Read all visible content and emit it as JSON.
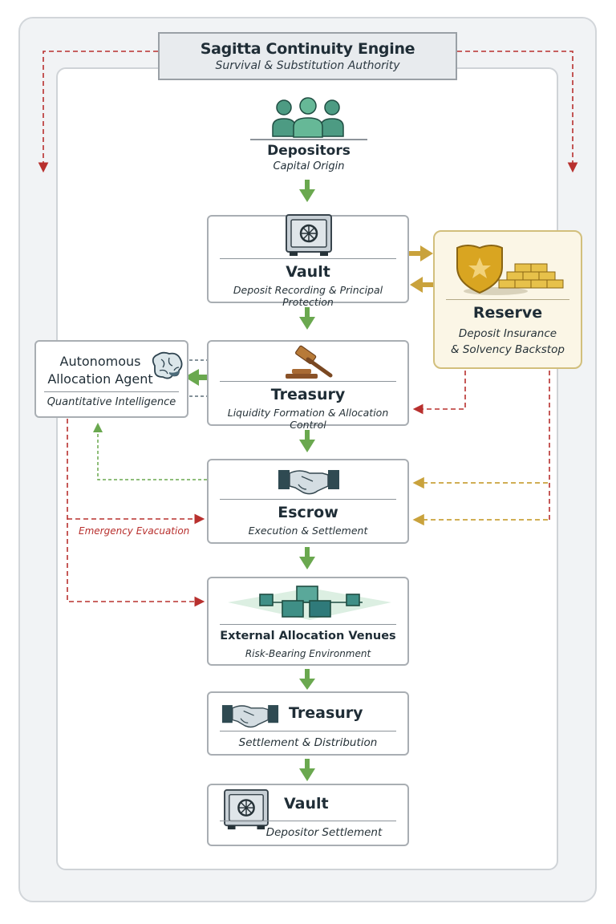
{
  "header": {
    "title": "Sagitta Continuity Engine",
    "subtitle": "Survival & Substitution Authority"
  },
  "nodes": {
    "depositors": {
      "title": "Depositors",
      "subtitle": "Capital Origin",
      "icon": "users-group-icon"
    },
    "vault": {
      "title": "Vault",
      "subtitle": "Deposit Recording & Principal Protection",
      "icon": "safe-icon"
    },
    "reserve": {
      "title": "Reserve",
      "subtitle_line1": "Deposit Insurance",
      "subtitle_line2": "& Solvency Backstop",
      "icon": "shield-gold-bars-icon"
    },
    "agent": {
      "title_line1": "Autonomous",
      "title_line2": "Allocation Agent",
      "subtitle": "Quantitative Intelligence",
      "icon": "brain-icon"
    },
    "treasury": {
      "title": "Treasury",
      "subtitle": "Liquidity Formation & Allocation Control",
      "icon": "gavel-icon"
    },
    "escrow": {
      "title": "Escrow",
      "subtitle": "Execution & Settlement",
      "icon": "handshake-icon"
    },
    "venues": {
      "title": "External Allocation Venues",
      "subtitle": "Risk-Bearing Environment",
      "icon": "network-cubes-icon"
    },
    "treasury_settlement": {
      "title": "Treasury",
      "subtitle": "Settlement & Distribution",
      "icon": "handshake-icon"
    },
    "vault_settlement": {
      "title": "Vault",
      "subtitle": "Depositor Settlement",
      "icon": "safe-icon"
    }
  },
  "annotations": {
    "emergency": "Emergency Evacuation"
  },
  "colors": {
    "flow_green": "#6aa84f",
    "emergency_red": "#b8302e",
    "reserve_gold": "#c9a23c",
    "agent_green": "#6aa84f",
    "signal_gray": "#5d6e78"
  }
}
